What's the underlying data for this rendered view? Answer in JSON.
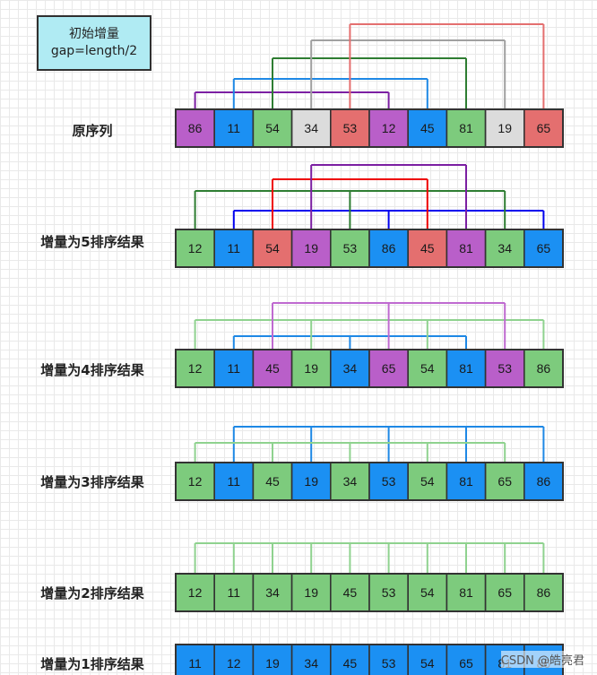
{
  "info_box": {
    "line1": "初始增量",
    "line2": "gap=length/2"
  },
  "colors": {
    "purple": "#b95fc9",
    "blue": "#1b90f3",
    "green": "#7dcb7d",
    "gray": "#dcdcdc",
    "red": "#e46f6f",
    "line_green_dark": "#2e7d32",
    "line_gray": "#a0a0a0",
    "line_red": "#e46f6f",
    "line_purple": "#7b1fa2",
    "line_blue": "#1e88e5",
    "line_blue_strong": "#0000ee",
    "line_red_strong": "#ee0000",
    "line_green_light": "#8fd28f",
    "line_purple_light": "#bf6ad0"
  },
  "rows": [
    {
      "label": "原序列",
      "values": [
        "86",
        "11",
        "54",
        "34",
        "53",
        "12",
        "45",
        "81",
        "19",
        "65"
      ],
      "colors": [
        "purple",
        "blue",
        "green",
        "gray",
        "red",
        "purple",
        "blue",
        "green",
        "gray",
        "red"
      ]
    },
    {
      "label": "增量为5排序结果",
      "values": [
        "12",
        "11",
        "54",
        "19",
        "53",
        "86",
        "45",
        "81",
        "34",
        "65"
      ],
      "colors": [
        "green",
        "blue",
        "red",
        "purple",
        "green",
        "blue",
        "red",
        "purple",
        "green",
        "blue"
      ]
    },
    {
      "label": "增量为4排序结果",
      "values": [
        "12",
        "11",
        "45",
        "19",
        "34",
        "65",
        "54",
        "81",
        "53",
        "86"
      ],
      "colors": [
        "green",
        "blue",
        "purple",
        "green",
        "blue",
        "purple",
        "green",
        "blue",
        "purple",
        "green"
      ]
    },
    {
      "label": "增量为3排序结果",
      "values": [
        "12",
        "11",
        "45",
        "19",
        "34",
        "53",
        "54",
        "81",
        "65",
        "86"
      ],
      "colors": [
        "green",
        "blue",
        "green",
        "blue",
        "green",
        "blue",
        "green",
        "blue",
        "green",
        "blue"
      ]
    },
    {
      "label": "增量为2排序结果",
      "values": [
        "12",
        "11",
        "34",
        "19",
        "45",
        "53",
        "54",
        "81",
        "65",
        "86"
      ],
      "colors": [
        "green",
        "green",
        "green",
        "green",
        "green",
        "green",
        "green",
        "green",
        "green",
        "green"
      ]
    },
    {
      "label": "增量为1排序结果",
      "values": [
        "11",
        "12",
        "19",
        "34",
        "45",
        "53",
        "54",
        "65",
        "81",
        "86"
      ],
      "colors": [
        "blue",
        "blue",
        "blue",
        "blue",
        "blue",
        "blue",
        "blue",
        "blue",
        "blue",
        "blue"
      ]
    }
  ],
  "watermark": "CSDN @皓亮君"
}
